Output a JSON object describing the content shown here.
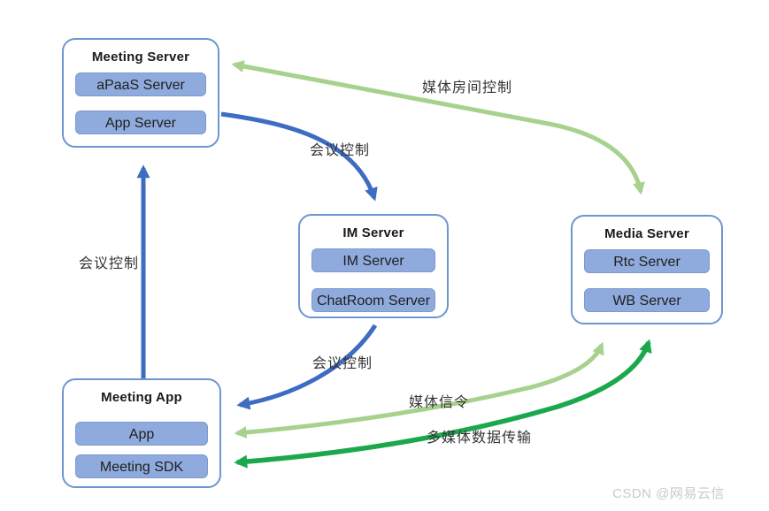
{
  "diagram": {
    "nodes": [
      {
        "id": "meeting-server",
        "title": "Meeting Server",
        "items": [
          "aPaaS Server",
          "App Server"
        ]
      },
      {
        "id": "im-server",
        "title": "IM Server",
        "items": [
          "IM Server",
          "ChatRoom Server"
        ]
      },
      {
        "id": "media-server",
        "title": "Media Server",
        "items": [
          "Rtc Server",
          "WB Server"
        ]
      },
      {
        "id": "meeting-app",
        "title": "Meeting App",
        "items": [
          "App",
          "Meeting SDK"
        ]
      }
    ],
    "edges": [
      {
        "label": "会议控制",
        "from": "meeting-app",
        "to": "meeting-server",
        "color": "#3E6CC2",
        "direction": "one-way"
      },
      {
        "label": "会议控制",
        "from": "meeting-server",
        "to": "im-server",
        "color": "#3E6CC2",
        "direction": "one-way"
      },
      {
        "label": "会议控制",
        "from": "im-server",
        "to": "meeting-app",
        "color": "#3E6CC2",
        "direction": "one-way"
      },
      {
        "label": "媒体房间控制",
        "from": "media-server",
        "to": "meeting-server",
        "color": "#A6D28E",
        "direction": "two-way"
      },
      {
        "label": "媒体信令",
        "from": "media-server",
        "to": "meeting-app",
        "color": "#A6D28E",
        "direction": "two-way"
      },
      {
        "label": "多媒体数据传输",
        "from": "media-server",
        "to": "meeting-app",
        "color": "#1BA84D",
        "direction": "two-way"
      }
    ],
    "colors": {
      "blue_arrow": "#3E6CC2",
      "light_green_arrow": "#A6D28E",
      "dark_green_arrow": "#1BA84D",
      "node_fill": "#8FAADC",
      "node_border": "#6D96D0",
      "watermark_gray": "#C9C9C9"
    },
    "watermark": "CSDN @网易云信"
  }
}
